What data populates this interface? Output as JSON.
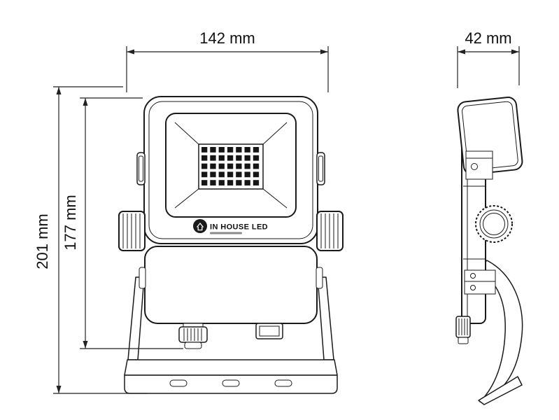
{
  "dimensions": {
    "front_width": "142 mm",
    "side_depth": "42 mm",
    "overall_height": "201 mm",
    "housing_height": "177 mm"
  },
  "logo": {
    "brand": "IN HOUSE LED"
  },
  "colors": {
    "line": "#1a1a1a",
    "background": "#ffffff",
    "led_fill": "#151515"
  }
}
